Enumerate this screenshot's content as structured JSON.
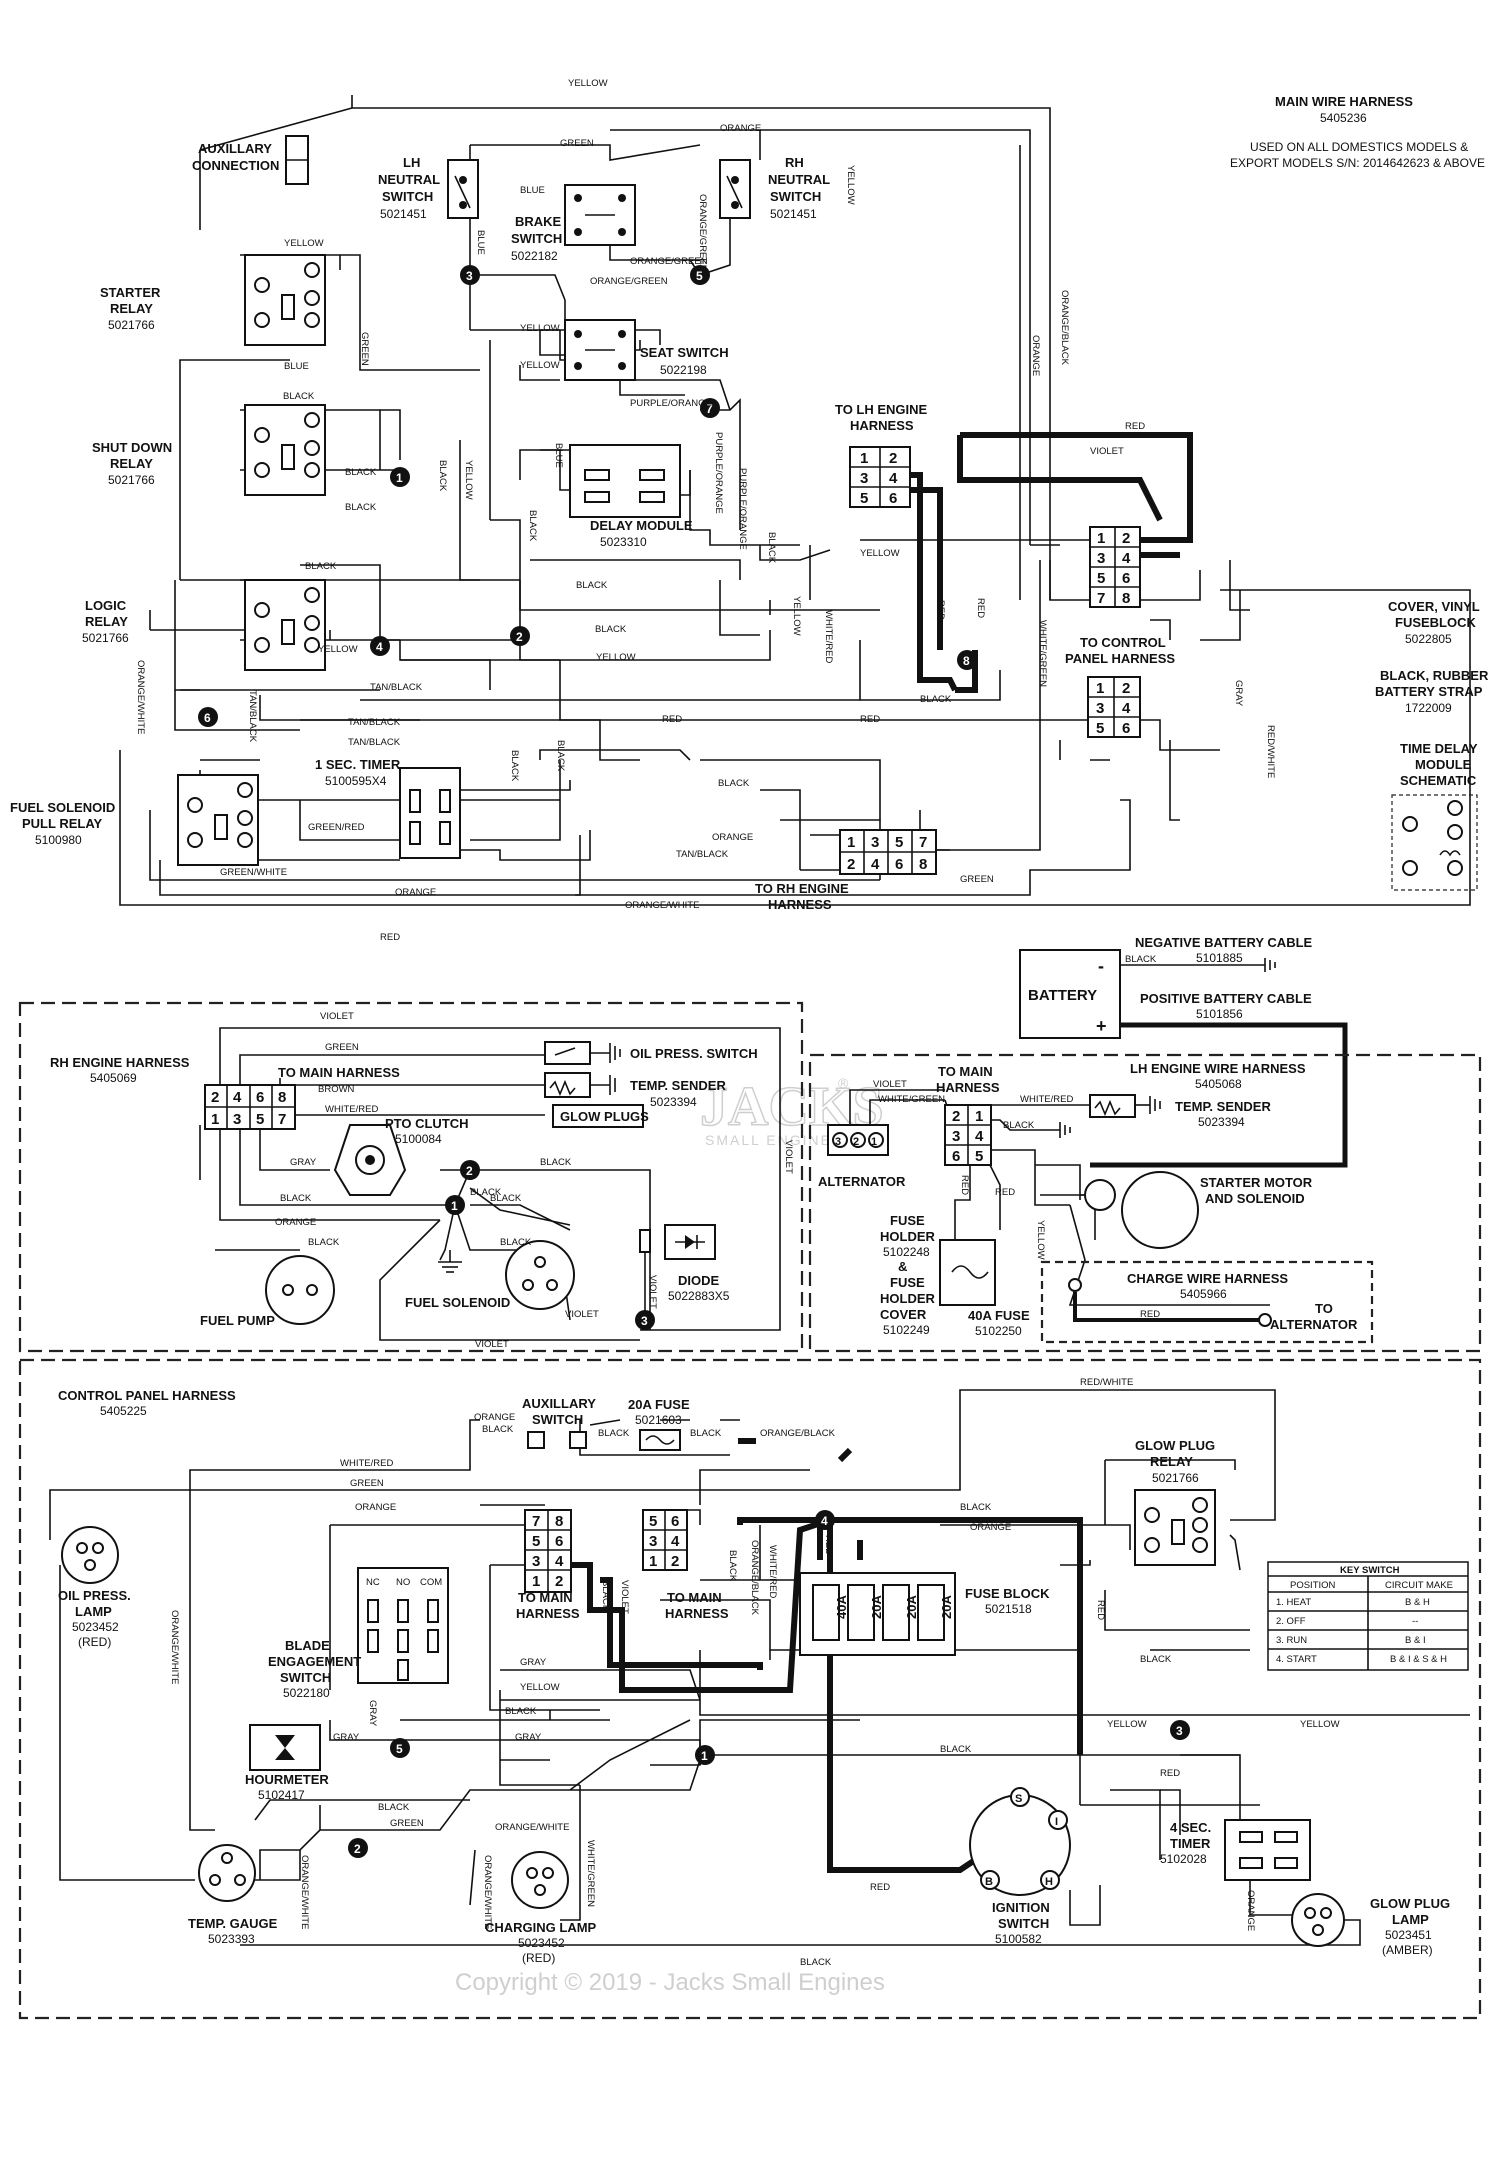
{
  "title": {
    "name": "MAIN WIRE HARNESS",
    "part": "5405236",
    "note1": "USED ON ALL DOMESTICS MODELS &",
    "note2": "EXPORT MODELS S/N: 2014642623 & ABOVE"
  },
  "components": {
    "aux_conn": {
      "line1": "AUXILLARY",
      "line2": "CONNECTION"
    },
    "lh_neutral": {
      "line1": "LH",
      "line2": "NEUTRAL",
      "line3": "SWITCH",
      "part": "5021451"
    },
    "rh_neutral": {
      "line1": "RH",
      "line2": "NEUTRAL",
      "line3": "SWITCH",
      "part": "5021451"
    },
    "brake": {
      "line1": "BRAKE",
      "line2": "SWITCH",
      "part": "5022182"
    },
    "seat": {
      "name": "SEAT SWITCH",
      "part": "5022198"
    },
    "starter_relay": {
      "line1": "STARTER",
      "line2": "RELAY",
      "part": "5021766"
    },
    "shutdown_relay": {
      "line1": "SHUT DOWN",
      "line2": "RELAY",
      "part": "5021766"
    },
    "logic_relay": {
      "line1": "LOGIC",
      "line2": "RELAY",
      "part": "5021766"
    },
    "delay_module": {
      "name": "DELAY MODULE",
      "part": "5023310"
    },
    "timer_1sec": {
      "name": "1 SEC. TIMER",
      "part": "5100595X4"
    },
    "fuel_sol_relay": {
      "line1": "FUEL SOLENOID",
      "line2": "PULL RELAY",
      "part": "5100980"
    },
    "to_lh_engine": {
      "line1": "TO LH ENGINE",
      "line2": "HARNESS"
    },
    "to_control_panel": {
      "line1": "TO CONTROL",
      "line2": "PANEL HARNESS"
    },
    "to_rh_engine": {
      "line1": "TO RH ENGINE",
      "line2": "HARNESS"
    },
    "fuseblock_cover": {
      "line1": "COVER, VINYL",
      "line2": "FUSEBLOCK",
      "part": "5022805"
    },
    "battery_strap": {
      "line1": "BLACK, RUBBER",
      "line2": "BATTERY STRAP",
      "part": "1722009"
    },
    "time_delay_schematic": {
      "line1": "TIME DELAY",
      "line2": "MODULE",
      "line3": "SCHEMATIC"
    },
    "battery": {
      "name": "BATTERY",
      "neg": "-",
      "pos": "+"
    },
    "neg_cable": {
      "name": "NEGATIVE BATTERY CABLE",
      "part": "5101885"
    },
    "pos_cable": {
      "name": "POSITIVE BATTERY CABLE",
      "part": "5101856"
    },
    "rh_engine_harness": {
      "name": "RH ENGINE HARNESS",
      "part": "5405069"
    },
    "to_main_harness": {
      "line1": "TO MAIN",
      "line2": "HARNESS",
      "single": "TO MAIN HARNESS"
    },
    "oil_press_switch": {
      "name": "OIL PRESS. SWITCH"
    },
    "temp_sender_rh": {
      "name": "TEMP. SENDER",
      "part": "5023394"
    },
    "glow_plugs": {
      "name": "GLOW PLUGS"
    },
    "pto_clutch": {
      "name": "PTO CLUTCH",
      "part": "5100084"
    },
    "fuel_pump": {
      "name": "FUEL PUMP"
    },
    "fuel_solenoid": {
      "name": "FUEL SOLENOID"
    },
    "diode": {
      "name": "DIODE",
      "part": "5022883X5"
    },
    "lh_engine_harness": {
      "name": "LH ENGINE WIRE HARNESS",
      "part": "5405068"
    },
    "alternator": {
      "name": "ALTERNATOR"
    },
    "temp_sender_lh": {
      "name": "TEMP. SENDER",
      "part": "5023394"
    },
    "starter_motor": {
      "line1": "STARTER MOTOR",
      "line2": "AND SOLENOID"
    },
    "fuse_holder": {
      "l1": "FUSE",
      "l2": "HOLDER",
      "p1": "5102248",
      "l3": "&",
      "l4": "FUSE",
      "l5": "HOLDER",
      "l6": "COVER",
      "p2": "5102249"
    },
    "fuse_40a": {
      "name": "40A FUSE",
      "part": "5102250"
    },
    "charge_harness": {
      "name": "CHARGE WIRE HARNESS",
      "part": "5405966"
    },
    "to_alternator": {
      "line1": "TO",
      "line2": "ALTERNATOR"
    },
    "control_panel_harness": {
      "name": "CONTROL PANEL HARNESS",
      "part": "5405225"
    },
    "aux_switch": {
      "line1": "AUXILLARY",
      "line2": "SWITCH"
    },
    "fuse_20a": {
      "name": "20A FUSE",
      "part": "5021603"
    },
    "glow_plug_relay": {
      "line1": "GLOW PLUG",
      "line2": "RELAY",
      "part": "5021766"
    },
    "oil_press_lamp": {
      "line1": "OIL PRESS.",
      "line2": "LAMP",
      "part": "5023452",
      "color": "(RED)"
    },
    "blade_switch": {
      "line1": "BLADE",
      "line2": "ENGAGEMENT",
      "line3": "SWITCH",
      "part": "5022180",
      "nc": "NC",
      "no": "NO",
      "com": "COM"
    },
    "hourmeter": {
      "name": "HOURMETER",
      "part": "5102417"
    },
    "temp_gauge": {
      "name": "TEMP. GAUGE",
      "part": "5023393"
    },
    "charging_lamp": {
      "name": "CHARGING LAMP",
      "part": "5023452",
      "color": "(RED)"
    },
    "fuse_block": {
      "name": "FUSE BLOCK",
      "part": "5021518",
      "f1": "40A",
      "f2": "20A",
      "f3": "20A",
      "f4": "20A"
    },
    "ignition": {
      "line1": "IGNITION",
      "line2": "SWITCH",
      "part": "5100582",
      "s": "S",
      "i": "I",
      "b": "B",
      "h": "H"
    },
    "timer_4sec": {
      "line1": "4 SEC.",
      "line2": "TIMER",
      "part": "5102028"
    },
    "glow_plug_lamp": {
      "line1": "GLOW PLUG",
      "line2": "LAMP",
      "part": "5023451",
      "color": "(AMBER)"
    }
  },
  "key_switch": {
    "title": "KEY SWITCH",
    "headers": [
      "POSITION",
      "CIRCUIT MAKE"
    ],
    "rows": [
      [
        "1. HEAT",
        "B & H"
      ],
      [
        "2. OFF",
        "--"
      ],
      [
        "3. RUN",
        "B & I"
      ],
      [
        "4. START",
        "B & I & S & H"
      ]
    ]
  },
  "wire_colors": {
    "yellow": "YELLOW",
    "green": "GREEN",
    "orange": "ORANGE",
    "blue": "BLUE",
    "black": "BLACK",
    "red": "RED",
    "violet": "VIOLET",
    "gray": "GRAY",
    "brown": "BROWN",
    "orange_green": "ORANGE/GREEN",
    "orange_black": "ORANGE/BLACK",
    "orange_white": "ORANGE/WHITE",
    "purple_orange": "PURPLE/ORANGE",
    "tan_black": "TAN/BLACK",
    "white_red": "WHITE/RED",
    "white_green": "WHITE/GREEN",
    "green_red": "GREEN/RED",
    "green_white": "GREEN/WHITE",
    "red_white": "RED/WHITE",
    "orange_black_split": "ORANGE/ BLACK",
    "white_green_split": "WHITE/ GREEN"
  },
  "watermark": {
    "copyright": "Copyright © 2019 - Jacks Small Engines",
    "brand": "JACKS",
    "brand_sub": "SMALL ENGINES",
    "reg": "®"
  }
}
